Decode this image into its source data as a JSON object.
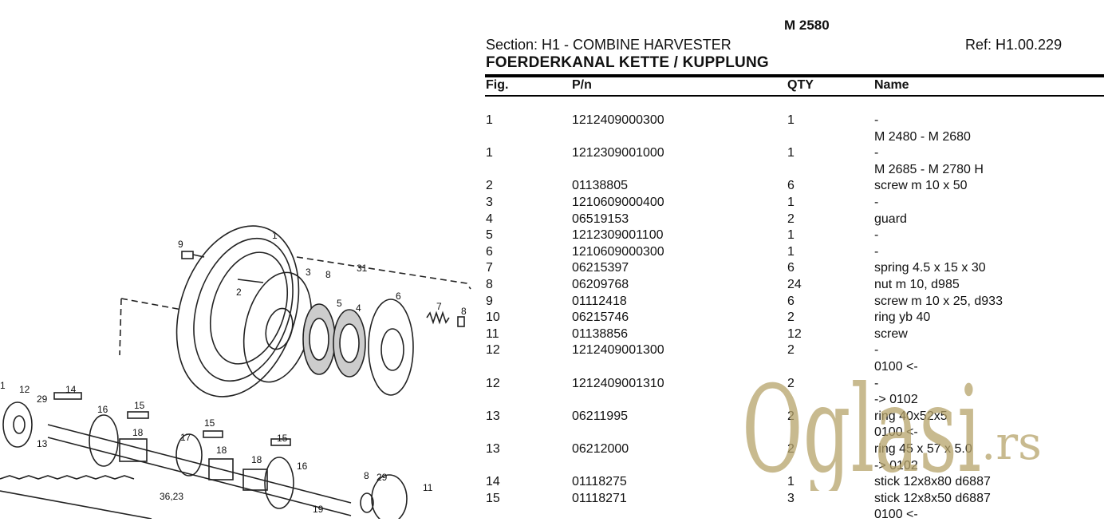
{
  "header": {
    "model": "M 2580",
    "section": "Section: H1 - COMBINE HARVESTER",
    "ref": "Ref: H1.00.229",
    "title": "FOERDERKANAL KETTE / KUPPLUNG"
  },
  "columns": {
    "fig": "Fig.",
    "pn": "P/n",
    "qty": "QTY",
    "name": "Name"
  },
  "rows": [
    {
      "fig": "1",
      "pn": "1212409000300",
      "qty": "1",
      "name": [
        "-",
        "M 2480 - M 2680"
      ]
    },
    {
      "fig": "1",
      "pn": "1212309001000",
      "qty": "1",
      "name": [
        "-",
        "M 2685 - M 2780 H"
      ]
    },
    {
      "fig": "2",
      "pn": "01138805",
      "qty": "6",
      "name": [
        "screw m 10 x 50"
      ]
    },
    {
      "fig": "3",
      "pn": "1210609000400",
      "qty": "1",
      "name": [
        "-"
      ]
    },
    {
      "fig": "4",
      "pn": "06519153",
      "qty": "2",
      "name": [
        "guard"
      ]
    },
    {
      "fig": "5",
      "pn": "1212309001100",
      "qty": "1",
      "name": [
        "-"
      ]
    },
    {
      "fig": "6",
      "pn": "1210609000300",
      "qty": "1",
      "name": [
        "-"
      ]
    },
    {
      "fig": "7",
      "pn": "06215397",
      "qty": "6",
      "name": [
        "spring 4.5 x 15 x 30"
      ]
    },
    {
      "fig": "8",
      "pn": "06209768",
      "qty": "24",
      "name": [
        "nut m 10, d985"
      ]
    },
    {
      "fig": "9",
      "pn": "01112418",
      "qty": "6",
      "name": [
        "screw m 10 x 25, d933"
      ]
    },
    {
      "fig": "10",
      "pn": "06215746",
      "qty": "2",
      "name": [
        "ring yb 40"
      ]
    },
    {
      "fig": "11",
      "pn": "01138856",
      "qty": "12",
      "name": [
        "screw"
      ]
    },
    {
      "fig": "12",
      "pn": "1212409001300",
      "qty": "2",
      "name": [
        "-",
        "0100 <-"
      ]
    },
    {
      "fig": "12",
      "pn": "1212409001310",
      "qty": "2",
      "name": [
        "-",
        "-> 0102"
      ]
    },
    {
      "fig": "13",
      "pn": "06211995",
      "qty": "2",
      "name": [
        "ring 40x52x5",
        "0100 <-"
      ]
    },
    {
      "fig": "13",
      "pn": "06212000",
      "qty": "2",
      "name": [
        "ring 45 x 57 x 5.0",
        "-> 0102"
      ]
    },
    {
      "fig": "14",
      "pn": "01118275",
      "qty": "1",
      "name": [
        "stick 12x8x80 d6887"
      ]
    },
    {
      "fig": "15",
      "pn": "01118271",
      "qty": "3",
      "name": [
        "stick 12x8x50 d6887",
        "0100 <-"
      ]
    }
  ],
  "watermark": {
    "text": "Oglasi",
    "suffix": ".rs",
    "color": "#b5a36a"
  },
  "drawing": {
    "labels": [
      "9",
      "1",
      "31",
      "3",
      "8",
      "2",
      "5",
      "4",
      "6",
      "7",
      "8",
      "1",
      "12",
      "14",
      "29",
      "13",
      "15",
      "16",
      "18",
      "15",
      "17",
      "18",
      "15",
      "18",
      "16",
      "8",
      "29",
      "36,23",
      "19",
      "11"
    ]
  }
}
